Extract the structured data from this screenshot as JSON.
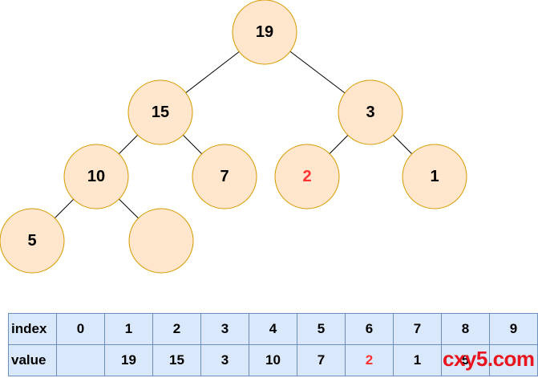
{
  "tree": {
    "nodes": [
      {
        "label": "19",
        "highlight": false
      },
      {
        "label": "15",
        "highlight": false
      },
      {
        "label": "3",
        "highlight": false
      },
      {
        "label": "10",
        "highlight": false
      },
      {
        "label": "7",
        "highlight": false
      },
      {
        "label": "2",
        "highlight": true
      },
      {
        "label": "1",
        "highlight": false
      },
      {
        "label": "5",
        "highlight": false
      },
      {
        "label": "",
        "highlight": false
      }
    ],
    "edges": [
      [
        0,
        1
      ],
      [
        0,
        2
      ],
      [
        1,
        3
      ],
      [
        1,
        4
      ],
      [
        2,
        5
      ],
      [
        2,
        6
      ],
      [
        3,
        7
      ],
      [
        3,
        8
      ]
    ]
  },
  "table": {
    "index_header": "index",
    "value_header": "value",
    "index": [
      "0",
      "1",
      "2",
      "3",
      "4",
      "5",
      "6",
      "7",
      "8",
      "9"
    ],
    "value": [
      "",
      "19",
      "15",
      "3",
      "10",
      "7",
      "2",
      "1",
      "5",
      ""
    ],
    "highlight_column": 6
  },
  "watermark": "cxy5.com",
  "colors": {
    "node_fill": "#FFE6CC",
    "node_stroke": "#D79B00",
    "highlight_text": "#FF3333",
    "table_fill": "#DAE8FC",
    "table_border": "#6C8EBF",
    "watermark": "#E8141E"
  }
}
